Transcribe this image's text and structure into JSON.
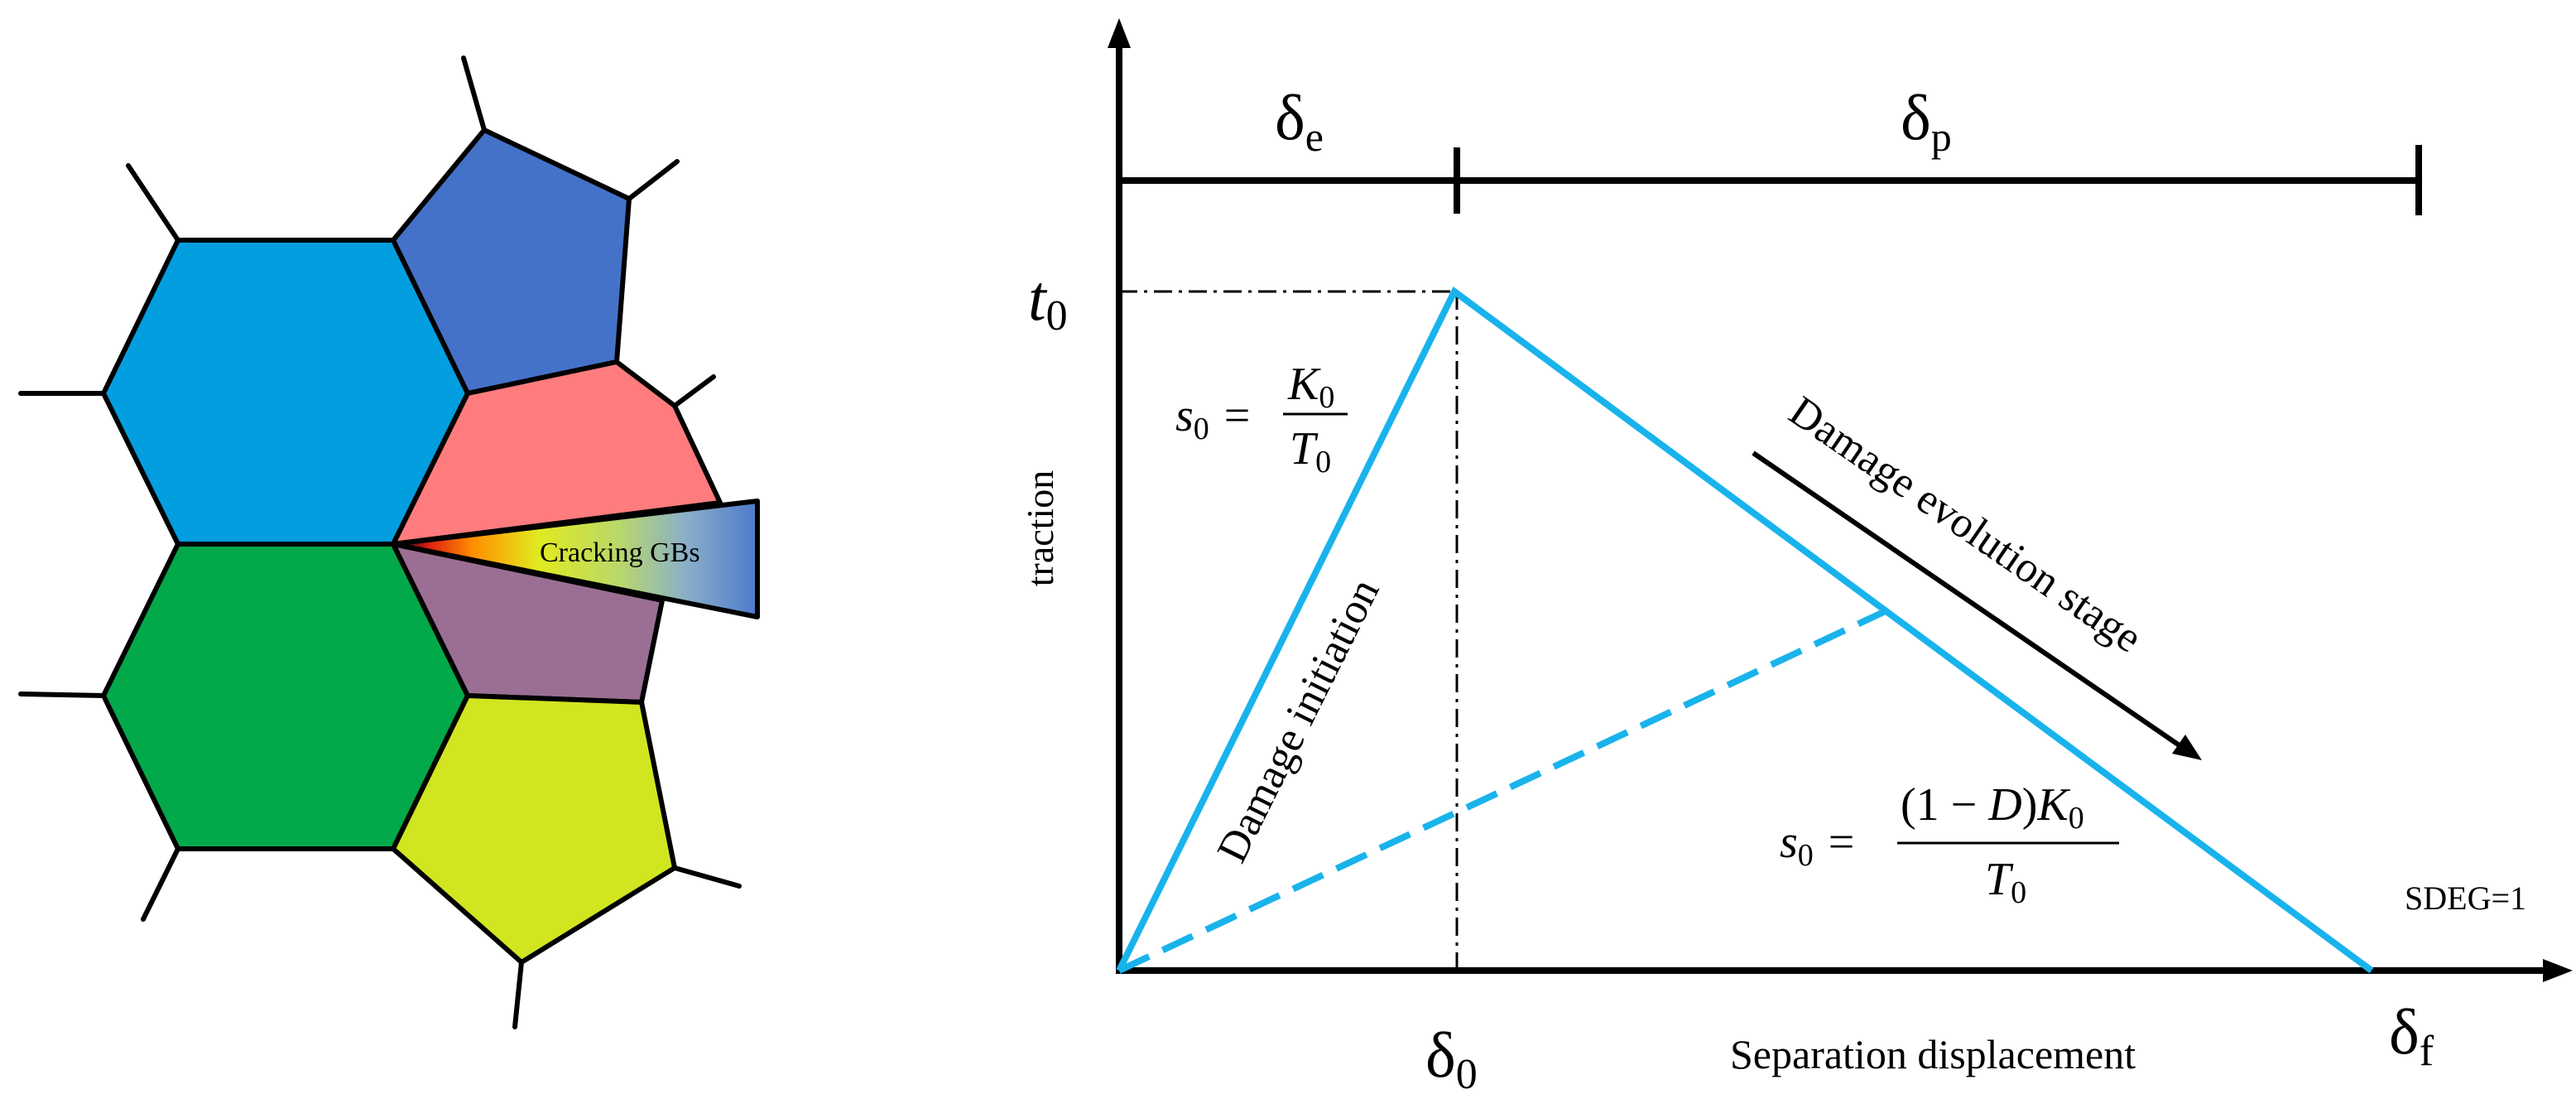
{
  "colors": {
    "grain_blue_light": "#029ee0",
    "grain_blue_dark": "#4572c9",
    "grain_pink": "#fe7c7d",
    "grain_green": "#02a94a",
    "grain_purple": "#9a6f93",
    "grain_yellow": "#d1e520",
    "law_line": "#19b3ec",
    "outline": "#000000"
  },
  "microstructure": {
    "crack_label": "Cracking GBs"
  },
  "traction_law": {
    "y_axis_label": "traction",
    "x_axis_label": "Separation displacement",
    "y_tick": {
      "symbol": "t",
      "sub": "0"
    },
    "x_tick_delta0": {
      "symbol": "δ",
      "sub": "0"
    },
    "x_tick_deltaf": {
      "symbol": "δ",
      "sub": "f"
    },
    "segment_elastic": {
      "symbol": "δ",
      "sub": "e"
    },
    "segment_plastic": {
      "symbol": "δ",
      "sub": "p"
    },
    "stage_initiation": "Damage initiation",
    "stage_evolution": "Damage evolution stage",
    "sdeg_label": "SDEG=1",
    "eq1": {
      "lhs": "s",
      "lhs_sub": "0",
      "equals": "=",
      "num": "K",
      "num_sub": "0",
      "den": "T",
      "den_sub": "0"
    },
    "eq2": {
      "lhs": "s",
      "lhs_sub": "0",
      "equals": "=",
      "num_pre": "(1 − ",
      "num_var": "D",
      "num_post": ")",
      "num_k": "K",
      "num_sub": "0",
      "den": "T",
      "den_sub": "0"
    }
  }
}
